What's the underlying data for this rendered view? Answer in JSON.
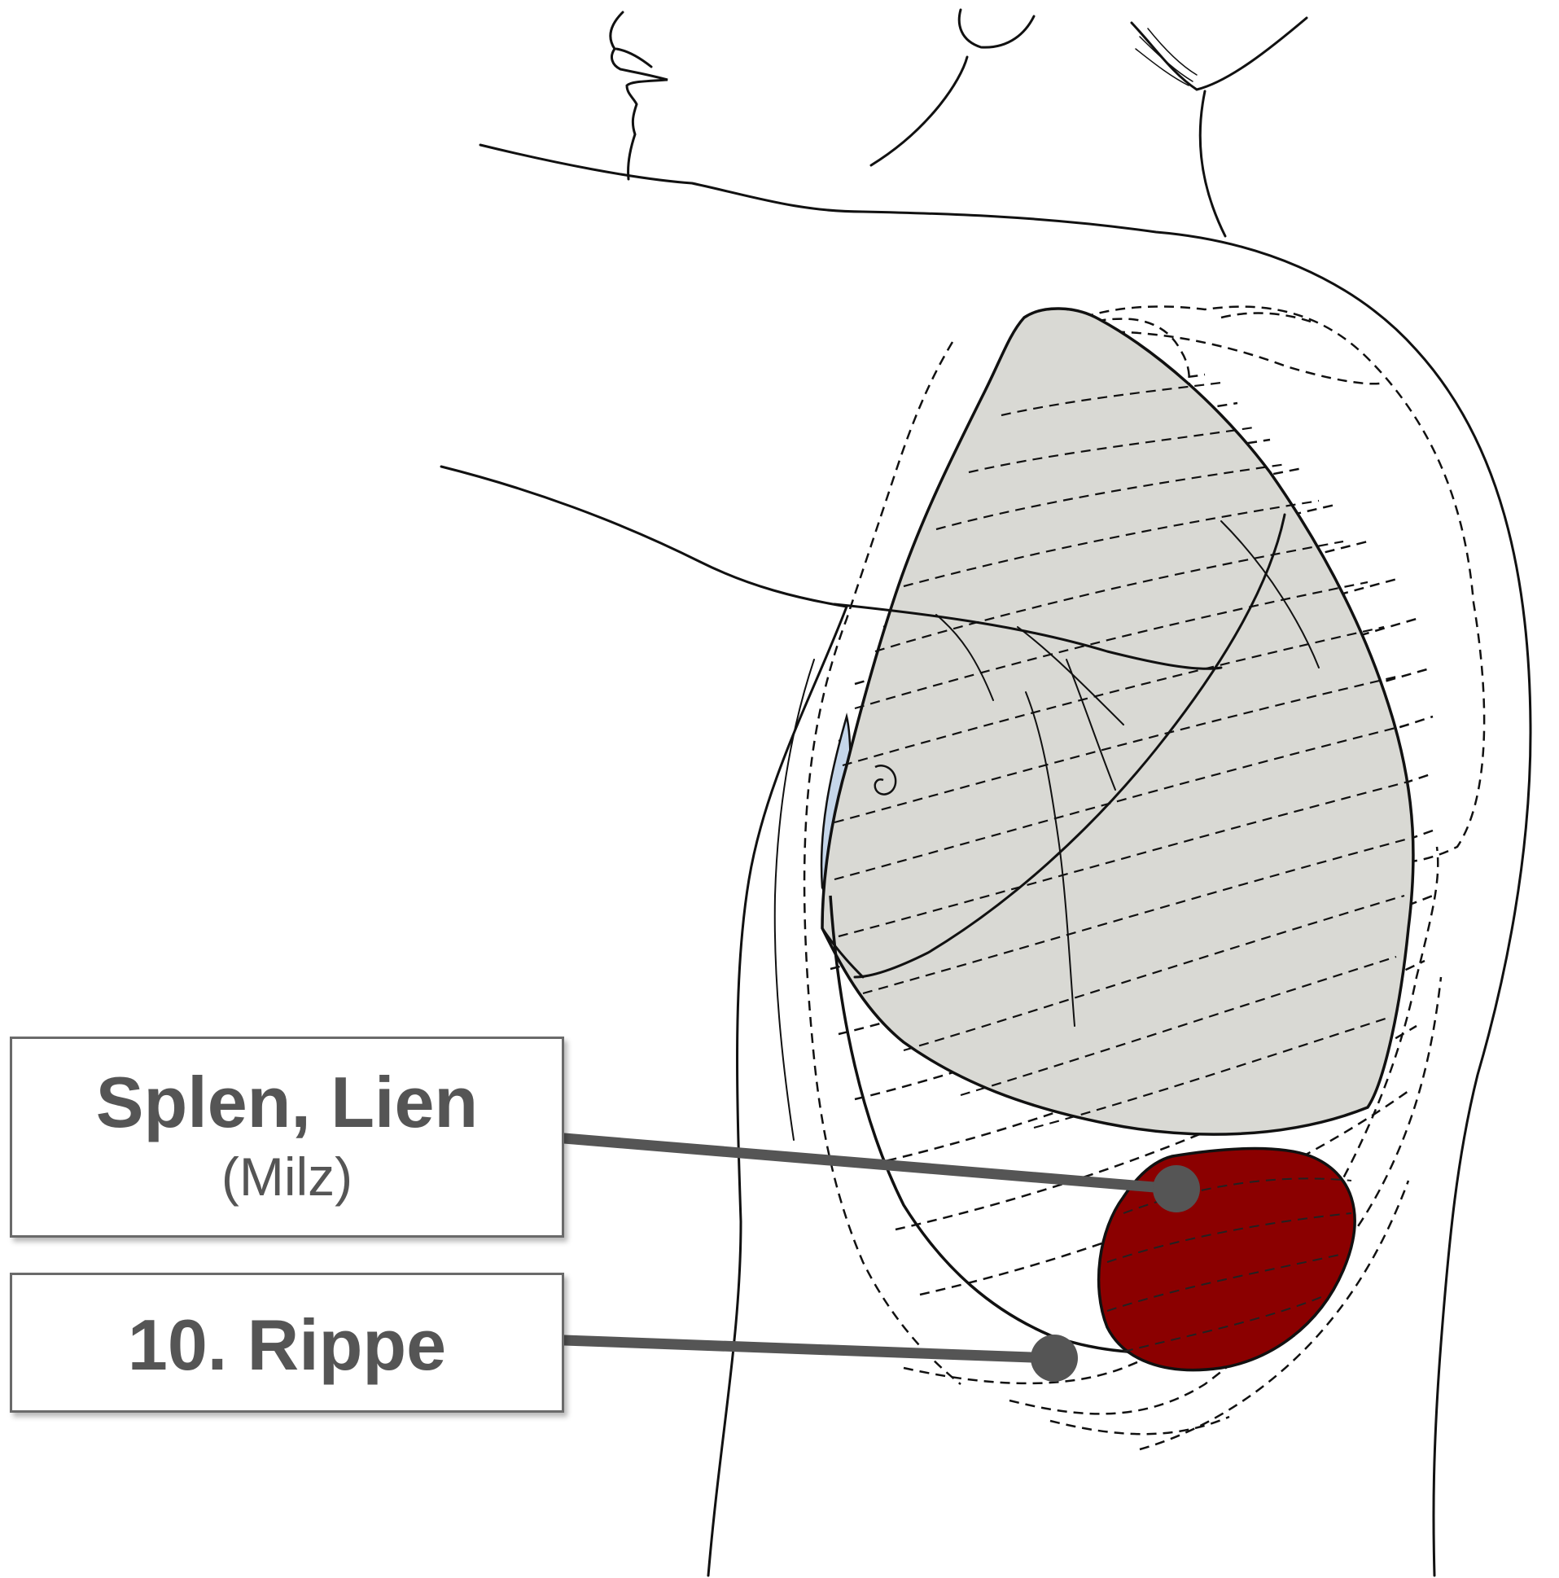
{
  "labels": {
    "spleen": {
      "title": "Splen, Lien",
      "subtitle": "(Milz)"
    },
    "rib": {
      "title": "10. Rippe"
    }
  },
  "colors": {
    "lung_fill": "#d9d9d4",
    "spleen_fill": "#8b0000",
    "pleura_fill": "#c5d6ea",
    "outline": "#111111",
    "leader_line": "#555555",
    "box_border": "#6a6a6a",
    "label_text": "#555555"
  }
}
